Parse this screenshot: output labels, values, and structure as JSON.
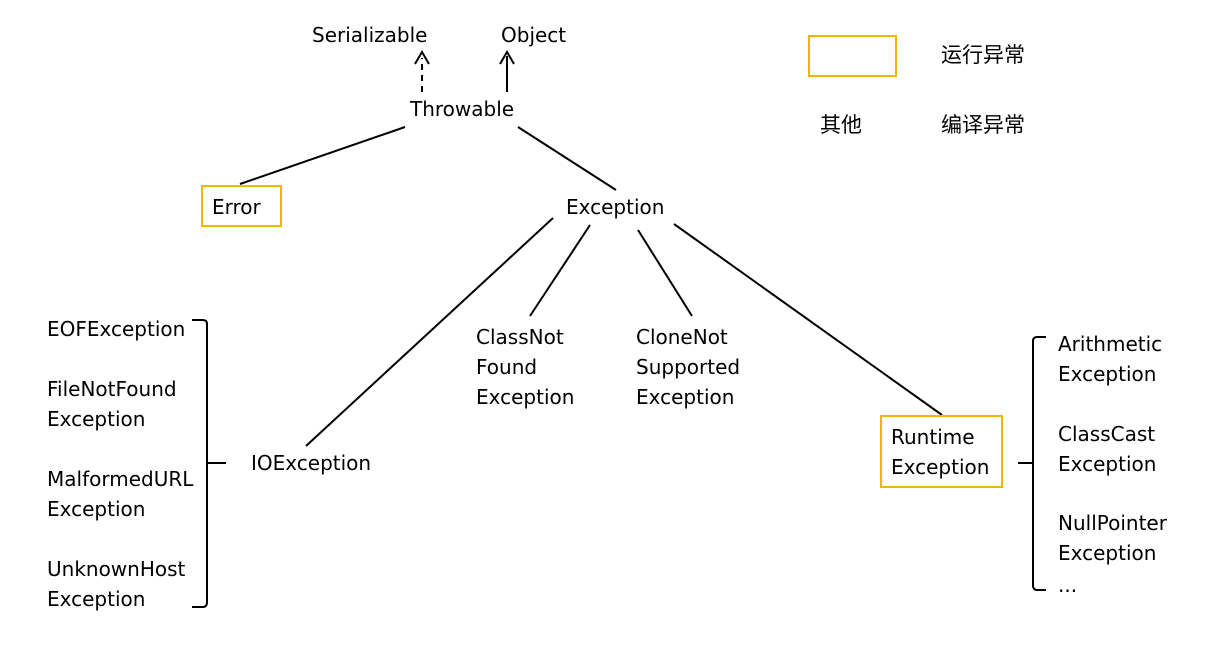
{
  "diagram": {
    "nodes": {
      "serializable": "Serializable",
      "object": "Object",
      "throwable": "Throwable",
      "error": "Error",
      "exception": "Exception",
      "io_exception": "IOException",
      "class_not_found": [
        "ClassNot",
        "Found",
        "Exception"
      ],
      "clone_not_supported": [
        "CloneNot",
        "Supported",
        "Exception"
      ],
      "runtime_exception": [
        "Runtime",
        "Exception"
      ]
    },
    "io_subclasses": [
      [
        "EOFException"
      ],
      [
        "FileNotFound",
        "Exception"
      ],
      [
        "MalformedURL",
        "Exception"
      ],
      [
        "UnknownHost",
        "Exception"
      ]
    ],
    "runtime_subclasses": [
      [
        "Arithmetic",
        "Exception"
      ],
      [
        "ClassCast",
        "Exception"
      ],
      [
        "NullPointer",
        "Exception"
      ],
      [
        "..."
      ]
    ]
  },
  "legend": {
    "runtime_label": "运行异常",
    "other_key": "其他",
    "checked_label": "编译异常"
  },
  "colors": {
    "highlight_border": "#F4B400",
    "line": "#000000"
  }
}
